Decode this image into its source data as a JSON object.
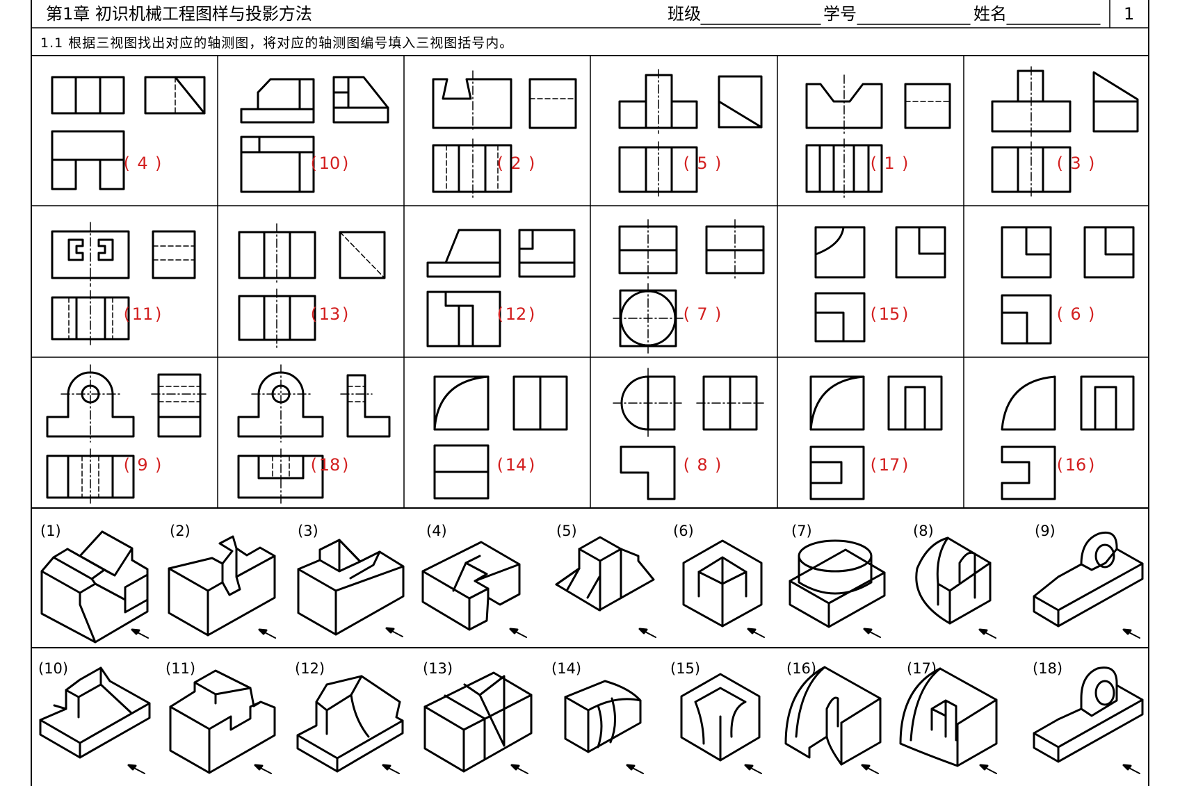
{
  "header": {
    "chapter_title": "第1章  初识机械工程图样与投影方法",
    "class_label": "班级",
    "student_no_label": "学号",
    "name_label": "姓名",
    "page_number": "1"
  },
  "exercise": {
    "instruction": "1.1  根据三视图找出对应的轴测图，将对应的轴测图编号填入三视图括号内。"
  },
  "answers": [
    [
      "4",
      "10",
      "2",
      "5",
      "1",
      "3"
    ],
    [
      "11",
      "13",
      "12",
      "7",
      "15",
      "6"
    ],
    [
      "9",
      "18",
      "14",
      "8",
      "17",
      "16"
    ]
  ],
  "iso_labels": [
    [
      "(1)",
      "(2)",
      "(3)",
      "(4)",
      "(5)",
      "(6)",
      "(7)",
      "(8)",
      "(9)"
    ],
    [
      "(10)",
      "(11)",
      "(12)",
      "(13)",
      "(14)",
      "(15)",
      "(16)",
      "(17)",
      "(18)"
    ]
  ],
  "colors": {
    "line": "#000000",
    "answer": "#d32020"
  }
}
